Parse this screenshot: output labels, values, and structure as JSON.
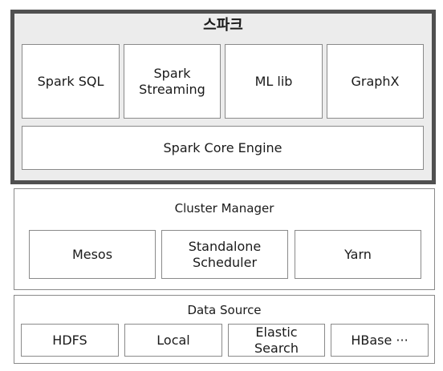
{
  "spark": {
    "title": "스파크",
    "modules": [
      "Spark SQL",
      "Spark\nStreaming",
      "ML lib",
      "GraphX"
    ],
    "core": "Spark Core Engine"
  },
  "cluster": {
    "title": "Cluster Manager",
    "items": [
      "Mesos",
      "Standalone\nScheduler",
      "Yarn"
    ]
  },
  "datasource": {
    "title": "Data Source",
    "items": [
      "HDFS",
      "Local",
      "Elastic\nSearch",
      "HBase ···"
    ]
  }
}
